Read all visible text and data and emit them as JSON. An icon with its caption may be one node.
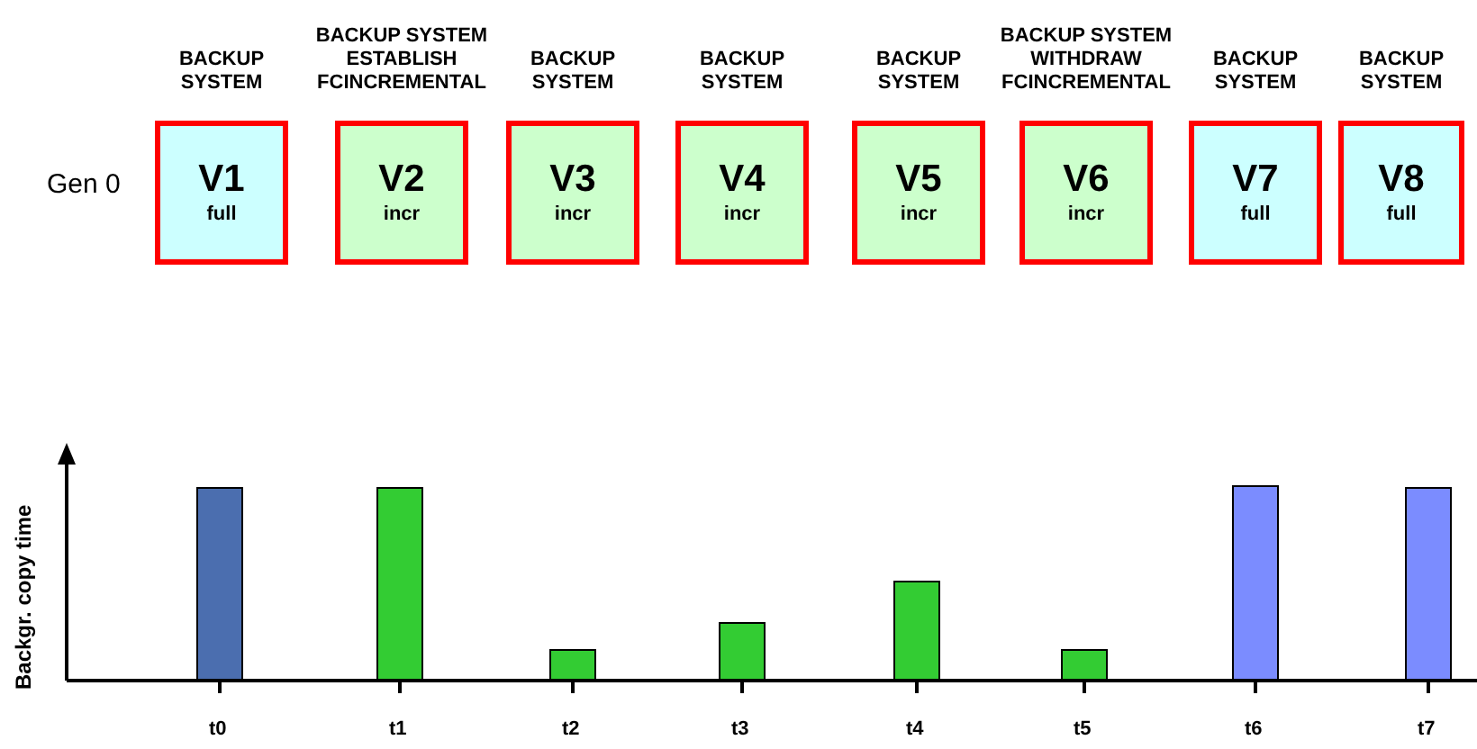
{
  "diagram": {
    "nodes": [
      {
        "text": [
          "V1",
          "full"
        ],
        "beside": [
          "BACKUP SYSTEM"
        ]
      },
      {
        "text": [
          "V2",
          "incr"
        ],
        "beside": [
          "BACKUP SYSTEM ESTABLISH FCINCREMENTAL"
        ]
      },
      {
        "text": [
          "V3",
          "incr"
        ],
        "beside": [
          "BACKUP SYSTEM"
        ]
      },
      {
        "text": [
          "V4",
          "incr"
        ],
        "beside": [
          "BACKUP SYSTEM"
        ]
      },
      {
        "text": [
          "V5",
          "incr"
        ],
        "beside": [
          "BACKUP SYSTEM"
        ]
      },
      {
        "text": [
          "V6",
          "incr"
        ],
        "beside": [
          "BACKUP SYSTEM WITHDRAW FCINCREMENTAL"
        ]
      },
      {
        "text": [
          "V7",
          "full"
        ],
        "beside": [
          "BACKUP SYSTEM"
        ]
      },
      {
        "text": [
          "V8",
          "full"
        ],
        "beside": [
          "BACKUP SYSTEM"
        ]
      }
    ],
    "labels": [
      "Gen 0",
      "Backgr. copy time",
      "t0",
      "t1",
      "t2",
      "t3",
      "t4",
      "t5",
      "t6",
      "t7"
    ]
  }
}
